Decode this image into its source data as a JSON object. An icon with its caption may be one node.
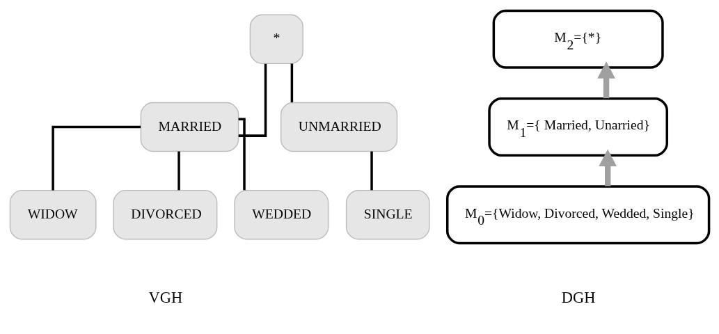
{
  "diagram": {
    "nodes": [
      {
        "text": [
          "*"
        ]
      },
      {
        "text": [
          "MARRIED"
        ]
      },
      {
        "text": [
          "UNMARRIED"
        ]
      },
      {
        "text": [
          "WIDOW"
        ]
      },
      {
        "text": [
          "DIVORCED"
        ]
      },
      {
        "text": [
          "WEDDED"
        ]
      },
      {
        "text": [
          "SINGLE"
        ]
      },
      {
        "text": [
          "M$_{2}$={*}"
        ]
      },
      {
        "text": [
          "M$_{1}$={ Married, Unarried}"
        ]
      },
      {
        "text": [
          "M$_{0}$={Widow, Divorced, Wedded, Single}"
        ]
      }
    ],
    "edges": [
      {
        "from": 0,
        "to": 1,
        "arrow": "none"
      },
      {
        "from": 0,
        "to": 2,
        "arrow": "none"
      },
      {
        "from": 1,
        "to": 3,
        "arrow": "none"
      },
      {
        "from": 1,
        "to": 4,
        "arrow": "none"
      },
      {
        "from": 1,
        "to": 5,
        "arrow": "none"
      },
      {
        "from": 2,
        "to": 6,
        "arrow": "none"
      },
      {
        "from": 9,
        "to": 8,
        "arrow": "to",
        "style": "thick",
        "color": "#a0a0a0"
      },
      {
        "from": 8,
        "to": 7,
        "arrow": "to",
        "style": "thick",
        "color": "#a0a0a0"
      }
    ],
    "labels": [
      "VGH",
      "DGH"
    ]
  }
}
